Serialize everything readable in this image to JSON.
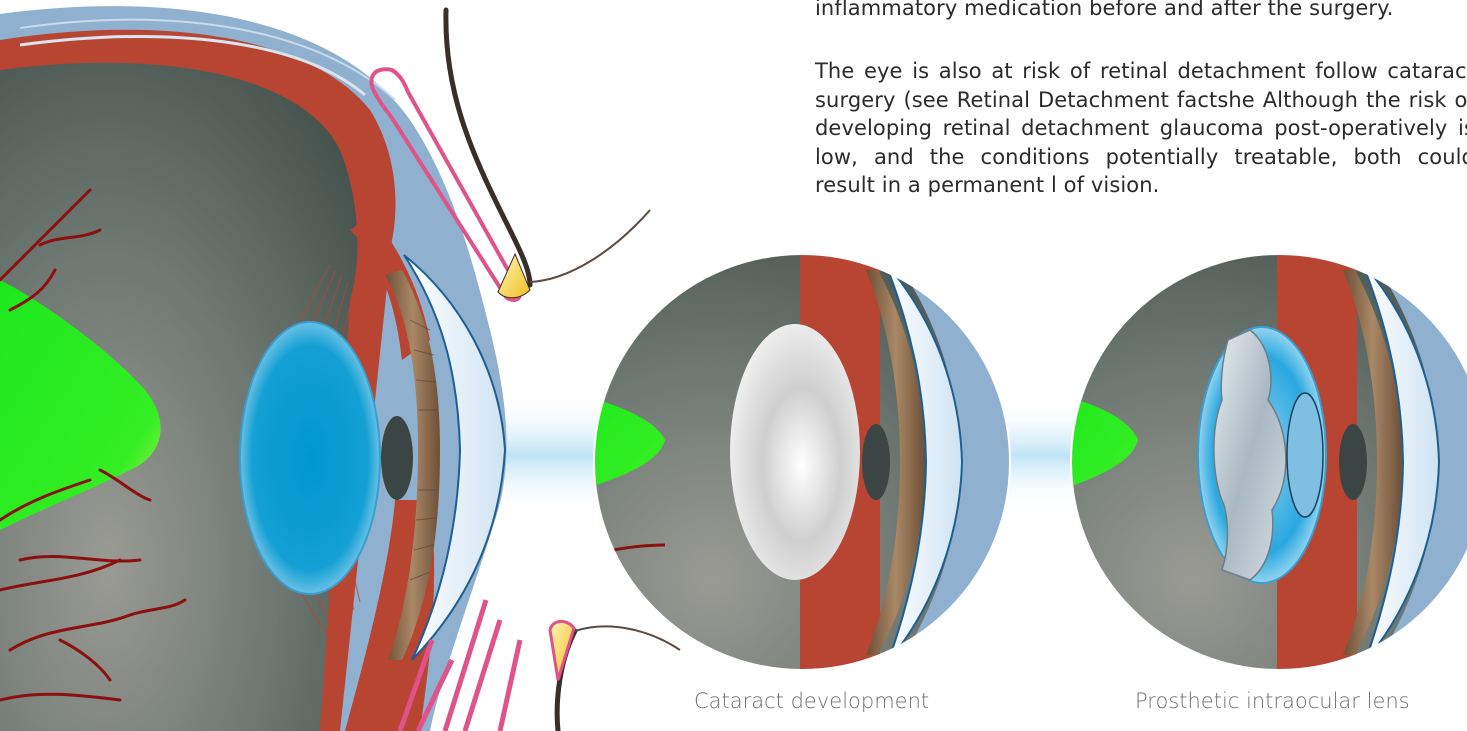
{
  "text": {
    "paragraph_top": "inflammatory medication before and after the surgery.",
    "paragraph_main": "The eye is also at risk of retinal detachment follow cataract surgery (see Retinal Detachment factshe Although the risk of developing retinal detachment glaucoma post-operatively is low, and the conditions potentially treatable, both could result in a permanent l of vision."
  },
  "captions": {
    "cataract": "Cataract development",
    "iol": "Prosthetic intraocular lens"
  },
  "colors": {
    "vitreous": "#4f5a55",
    "sclera": "#8fb0cf",
    "choroid": "#b84432",
    "natural_lens": "#0096cd",
    "cloudy_lens": "#d9d9d9",
    "iris": "#8a6a4f",
    "cornea": "#e3f0fa",
    "optic_glow": "#19e619",
    "blood_vessel": "#8b1010",
    "muscle_pink": "#e0528a",
    "ligament_yellow": "#f3cd2c"
  },
  "icons": [
    "eye-cross-section",
    "cataract-eye-inset",
    "iol-eye-inset"
  ]
}
